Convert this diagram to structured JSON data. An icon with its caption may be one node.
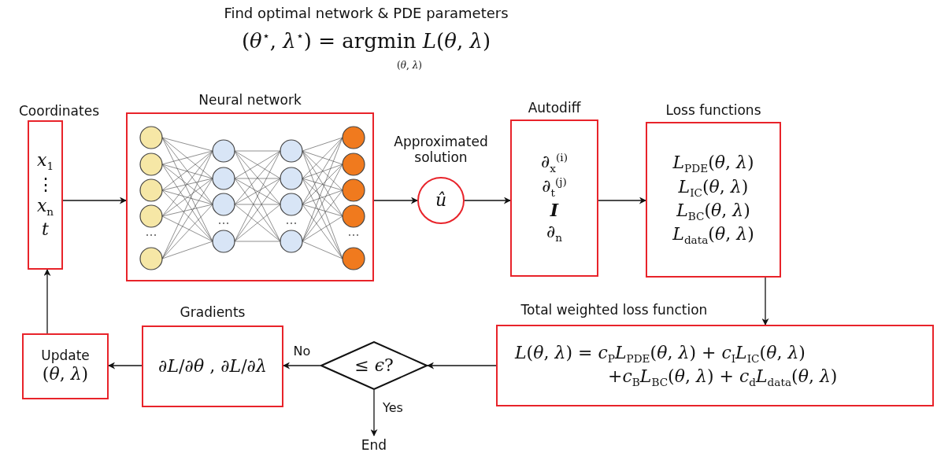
{
  "diagram": {
    "title": "Find optimal network & PDE parameters",
    "nodes": [
      {
        "text": [
          "Coordinates",
          "*x*$_{1}$",
          "⋮",
          "*x*$_{n}$",
          "*t*"
        ]
      },
      {
        "text": [
          "Neural network"
        ]
      },
      {
        "text": [
          "*û*"
        ],
        "beside": [
          "Approximated solution"
        ]
      },
      {
        "text": [
          "Autodiff",
          "∂$_{x}$$^{(i)}$",
          "∂$_{t}$$^{(j)}$",
          "I",
          "∂$_{n}$"
        ]
      },
      {
        "text": [
          "Loss functions",
          "*L*$_{PDE}$(*θ*, *λ*)",
          "*L*$_{IC}$(*θ*, *λ*)",
          "*L*$_{BC}$(*θ*, *λ*)",
          "*L*$_{data}$(*θ*, *λ*)"
        ]
      },
      {
        "text": [
          "Total weighted loss function",
          "*L*(*θ*, *λ*) = *c*$_{P}$*L*$_{PDE}$(*θ*, *λ*) + *c*$_{I}$*L*$_{IC}$(*θ*, *λ*)",
          "+*c*$_{B}$*L*$_{BC}$(*θ*, *λ*) + *c*$_{d}$*L*$_{data}$(*θ*, *λ*)"
        ]
      },
      {
        "text": [
          "≤ *ϵ*?"
        ]
      },
      {
        "text": [
          "Gradients",
          "∂*L*/∂*θ* , ∂*L*/∂*λ*"
        ]
      },
      {
        "text": [
          "Update",
          "(*θ*, *λ*)"
        ]
      },
      {
        "text": [
          "End"
        ]
      }
    ],
    "edges": [
      {
        "from": 0,
        "to": 1,
        "arrow": "to"
      },
      {
        "from": 1,
        "to": 2,
        "arrow": "to"
      },
      {
        "from": 2,
        "to": 3,
        "arrow": "to"
      },
      {
        "from": 3,
        "to": 4,
        "arrow": "to"
      },
      {
        "from": 4,
        "to": 5,
        "arrow": "to"
      },
      {
        "from": 5,
        "to": 6,
        "arrow": "to"
      },
      {
        "from": 6,
        "to": 7,
        "arrow": "to",
        "label": "No"
      },
      {
        "from": 7,
        "to": 8,
        "arrow": "to"
      },
      {
        "from": 8,
        "to": 0,
        "arrow": "to"
      },
      {
        "from": 6,
        "to": 9,
        "arrow": "to",
        "label": "Yes"
      }
    ],
    "labels": [
      "(*θ*$^{⋆}$, *λ*$^{⋆}$) = argmin *L*(*θ*, *λ*)",
      "(*θ*, *λ*)"
    ]
  }
}
